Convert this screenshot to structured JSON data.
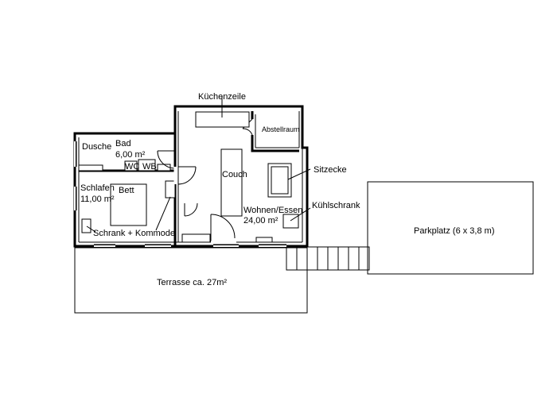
{
  "rooms": {
    "dusche": "Dusche",
    "bad": "Bad",
    "bad_area": "6,00 m²",
    "wc": "WC",
    "wb": "WB",
    "schlafen": "Schlafen",
    "schlafen_area": "11,00 m²",
    "bett": "Bett",
    "schrank": "Schrank + Kommode",
    "kuechenzeile": "Küchenzeile",
    "abstellraum": "Abstellraum",
    "couch": "Couch",
    "sitzecke": "Sitzecke",
    "wohnen": "Wohnen/Essen",
    "wohnen_area": "24,00 m²",
    "kuehlschrank": "Kühlschrank",
    "parkplatz": "Parkplatz (6 x 3,8 m)",
    "terrasse": "Terrasse ca. 27m²"
  }
}
